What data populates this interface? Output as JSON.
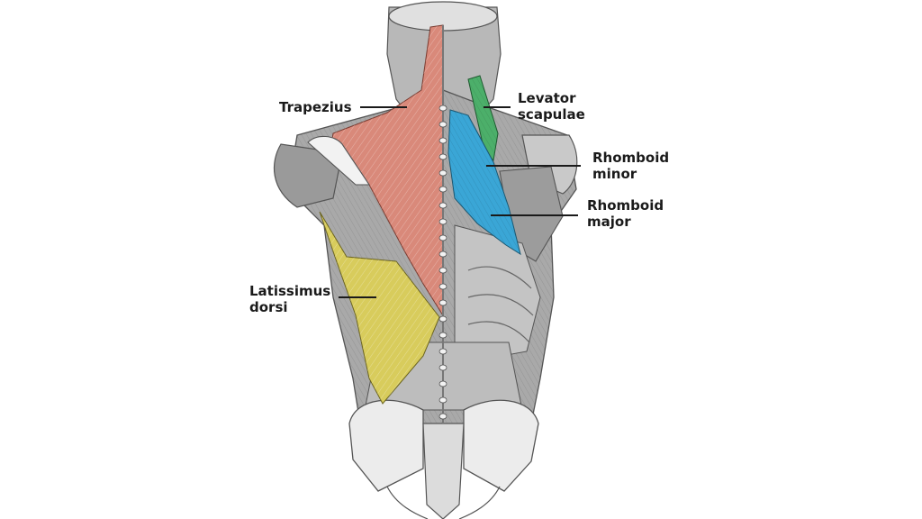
{
  "labels": {
    "trapezius": "Trapezius",
    "levator_line1": "Levator",
    "levator_line2": "scapulae",
    "rhomboid_minor_line1": "Rhomboid",
    "rhomboid_minor_line2": "minor",
    "rhomboid_major_line1": "Rhomboid",
    "rhomboid_major_line2": "major",
    "latissimus_line1": "Latissimus",
    "latissimus_line2": "dorsi"
  },
  "colors": {
    "trapezius": "#d9897a",
    "levator_scapulae": "#4caf6a",
    "rhomboids": "#3aa6d6",
    "latissimus_dorsi": "#d8cc5c",
    "muscle_gray": "#9a9a9a",
    "bone": "#e9e9e9",
    "outline": "#555555"
  },
  "icons": {
    "figure": "back-muscles-illustration-icon"
  }
}
